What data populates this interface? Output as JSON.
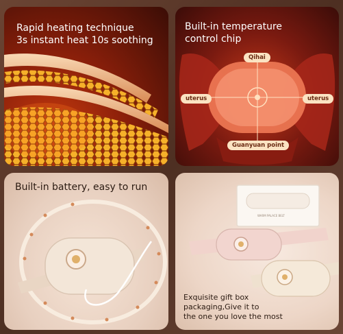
{
  "panels": {
    "heating": {
      "line1": "Rapid heating technique",
      "line2": "3s instant heat 10s soothing"
    },
    "chip": {
      "line1": "Built-in temperature",
      "line2": "control chip",
      "labels": {
        "top": "Qihai",
        "left": "uterus",
        "right": "uterus",
        "bottom": "Guanyuan point"
      }
    },
    "battery": {
      "title": "Built-in battery, easy to run"
    },
    "gift": {
      "line1": "Exquisite gift box",
      "line2": "packaging,Give it to",
      "line3": "the one you love the most",
      "box_text": "WARM PALACE BELT"
    }
  },
  "colors": {
    "heat_red": "#c63a0e",
    "honeycomb": "#f2a020",
    "label_bg": "#fbe3c2",
    "device_cream": "#f3e6d8"
  }
}
